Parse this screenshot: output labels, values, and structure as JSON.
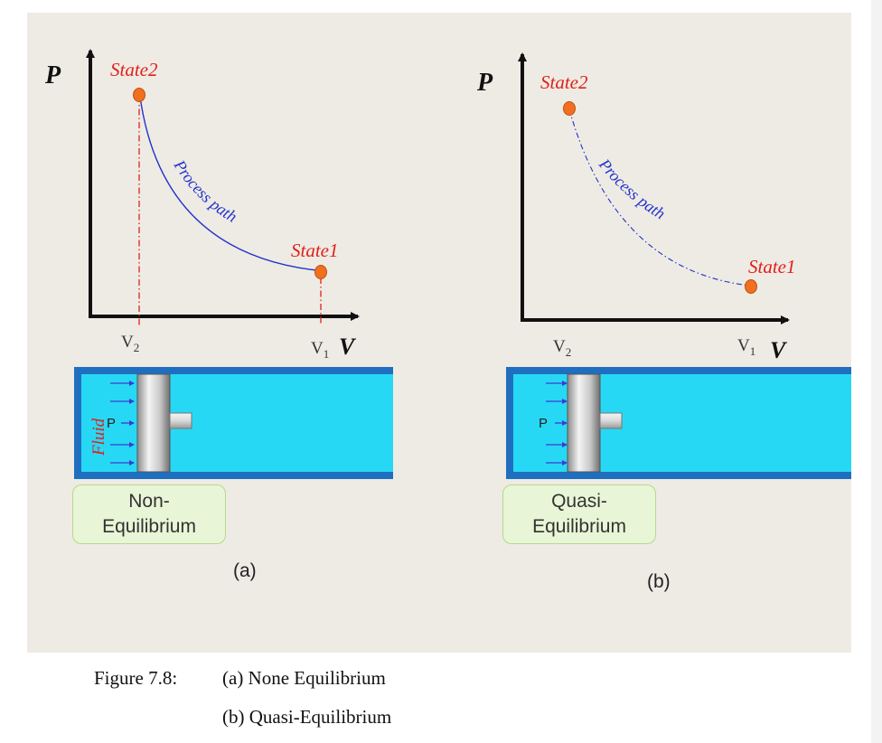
{
  "panel_a": {
    "p_label": "P",
    "v_label": "V",
    "state1": "State1",
    "state2": "State2",
    "path_label": "Process path",
    "v1": "V",
    "v1_sub": "1",
    "v2": "V",
    "v2_sub": "2",
    "fluid_label": "Fluid",
    "pressure_label": "P",
    "box_line1": "Non-",
    "box_line2": "Equilibrium",
    "sub_label": "(a)"
  },
  "panel_b": {
    "p_label": "P",
    "v_label": "V",
    "state1": "State1",
    "state2": "State2",
    "path_label": "Process path",
    "v1": "V",
    "v1_sub": "1",
    "v2": "V",
    "v2_sub": "2",
    "pressure_label": "P",
    "box_line1": "Quasi-",
    "box_line2": "Equilibrium",
    "sub_label": "(b)"
  },
  "caption": {
    "label": "Figure 7.8:",
    "line1": "(a) None Equilibrium",
    "line2": "(b) Quasi-Equilibrium"
  },
  "colors": {
    "state_text": "#e0201a",
    "state_dot": "#f07020",
    "curve": "#2233cc",
    "cylinder_wall": "#1f6fc0",
    "fluid": "#27d8f4",
    "box_fill": "#e8f5d6",
    "background": "#eeebe4"
  }
}
